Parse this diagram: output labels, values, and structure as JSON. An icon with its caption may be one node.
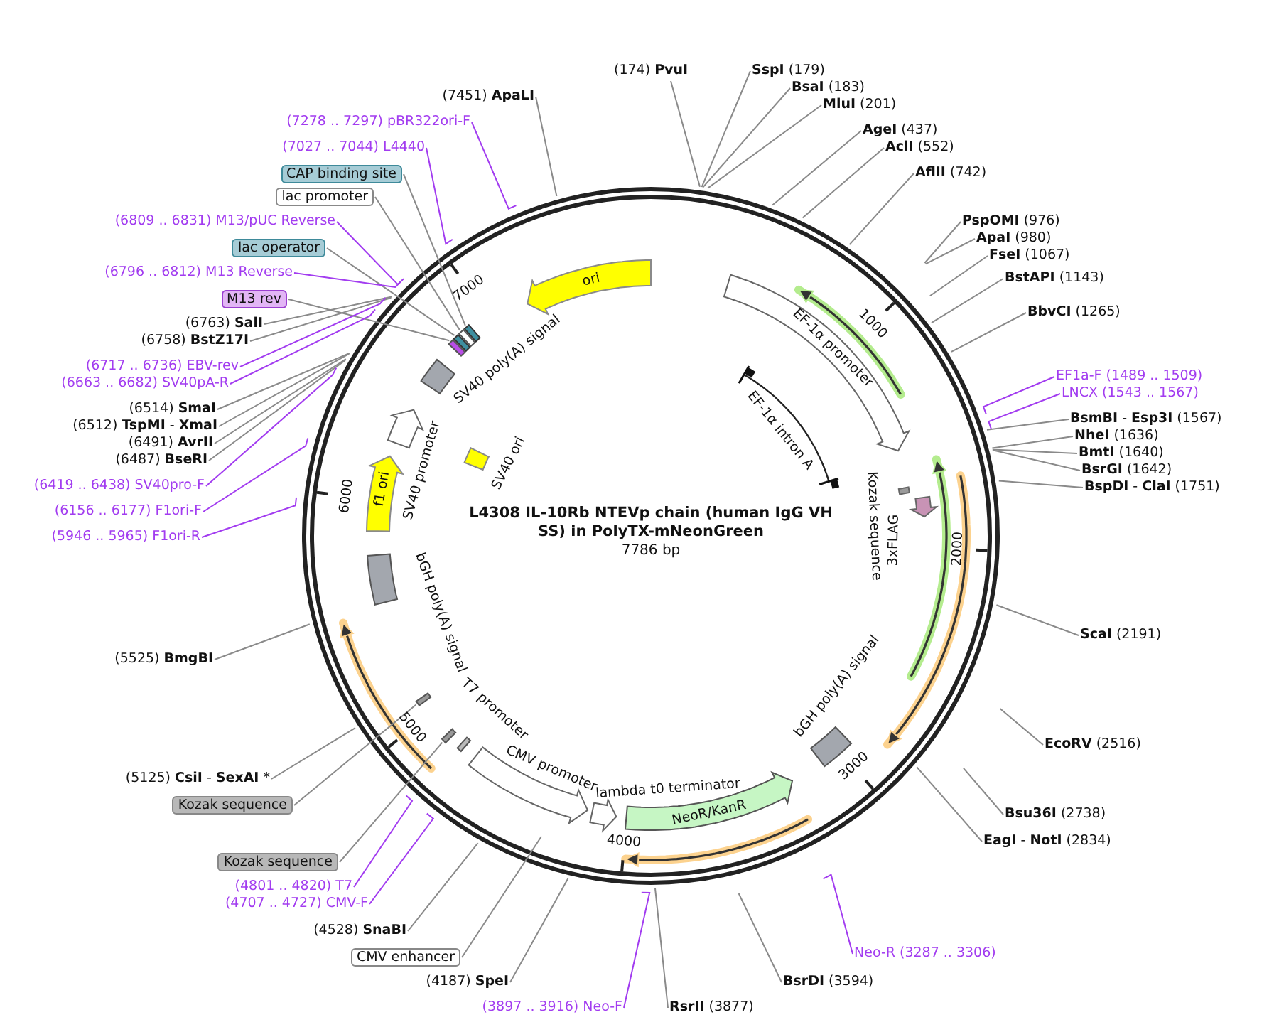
{
  "diagram": {
    "title": "L4308 IL-10Rb NTEVp chain (human IgG VH SS) in PolyTX-mNeonGreen",
    "nodes": [
      {
        "text": [
          "(174) **PvuI**"
        ]
      },
      {
        "text": [
          "**SspI** (179)"
        ]
      },
      {
        "text": [
          "**BsaI** (183)"
        ]
      },
      {
        "text": [
          "(7451) **ApaLI**"
        ]
      },
      {
        "text": [
          "**MluI** (201)"
        ]
      },
      {
        "text": [
          "(7278 .. 7297) pBR322ori-F"
        ]
      },
      {
        "text": [
          "**AgeI** (437)"
        ]
      },
      {
        "text": [
          "(7027 .. 7044) L4440"
        ]
      },
      {
        "text": [
          "**AclI** (552)"
        ]
      },
      {
        "text": [
          "CAP binding site"
        ]
      },
      {
        "text": [
          "**AflII** (742)"
        ]
      },
      {
        "text": [
          "lac promoter"
        ]
      },
      {
        "text": [
          "**PspOMI** (976)"
        ]
      },
      {
        "text": [
          "(6809 .. 6831) M13/pUC Reverse"
        ]
      },
      {
        "text": [
          "**ApaI** (980)"
        ]
      },
      {
        "text": [
          "lac operator"
        ]
      },
      {
        "text": [
          "**FseI** (1067)"
        ]
      },
      {
        "text": [
          "(6796 .. 6812) M13 Reverse"
        ]
      },
      {
        "text": [
          "**BstAPI** (1143)"
        ]
      },
      {
        "text": [
          "M13 rev"
        ]
      },
      {
        "text": [
          "**BbvCI** (1265)"
        ]
      },
      {
        "text": [
          "(6763) **SalI**"
        ]
      },
      {
        "text": [
          "(6758) **BstZ17I**"
        ]
      },
      {
        "text": [
          "(6717 .. 6736) EBV-rev"
        ]
      },
      {
        "text": [
          "EF1a-F (1489 .. 1509)"
        ]
      },
      {
        "text": [
          "(6663 .. 6682) SV40pA-R"
        ]
      },
      {
        "text": [
          "LNCX (1543 .. 1567)"
        ]
      },
      {
        "text": [
          "(6514) **SmaI**"
        ]
      },
      {
        "text": [
          "**BsmBI** - **Esp3I** (1567)"
        ]
      },
      {
        "text": [
          "(6512) **TspMI** - **XmaI**"
        ]
      },
      {
        "text": [
          "**NheI** (1636)"
        ]
      },
      {
        "text": [
          "(6491) **AvrII**"
        ]
      },
      {
        "text": [
          "**BmtI** (1640)"
        ]
      },
      {
        "text": [
          "(6487) **BseRI**"
        ]
      },
      {
        "text": [
          "**BsrGI** (1642)"
        ]
      },
      {
        "text": [
          "(6419 .. 6438) SV40pro-F"
        ]
      },
      {
        "text": [
          "**BspDI** - **ClaI** (1751)"
        ]
      },
      {
        "text": [
          "(6156 .. 6177) F1ori-F"
        ]
      },
      {
        "text": [
          "(5946 .. 5965) F1ori-R"
        ]
      },
      {
        "text": [
          "**ScaI** (2191)"
        ]
      },
      {
        "text": [
          "(5525) **BmgBI**"
        ]
      },
      {
        "text": [
          "**EcoRV** (2516)"
        ]
      },
      {
        "text": [
          "(5125) **CsiI** - **SexAI** *"
        ]
      },
      {
        "text": [
          "Kozak sequence"
        ]
      },
      {
        "text": [
          "**Bsu36I** (2738)"
        ]
      },
      {
        "text": [
          "**EagI** - **NotI** (2834)"
        ]
      },
      {
        "text": [
          "Kozak sequence"
        ]
      },
      {
        "text": [
          "(4801 .. 4820) T7"
        ]
      },
      {
        "text": [
          "(4707 .. 4727) CMV-F"
        ]
      },
      {
        "text": [
          "(4528) **SnaBI**"
        ]
      },
      {
        "text": [
          "Neo-R (3287 .. 3306)"
        ]
      },
      {
        "text": [
          "CMV enhancer"
        ]
      },
      {
        "text": [
          "**BsrDI** (3594)"
        ]
      },
      {
        "text": [
          "(4187) **SpeI**"
        ]
      },
      {
        "text": [
          "(3897 .. 3916) Neo-F"
        ]
      },
      {
        "text": [
          "**RsrII** (3877)"
        ]
      },
      {
        "text": [
          "ori"
        ]
      },
      {
        "text": [
          "EF-1α promoter"
        ]
      },
      {
        "text": [
          "EF-1α intron A"
        ]
      },
      {
        "text": [],
        "shape": "box",
        "beside": [
          "Kozak sequence"
        ]
      },
      {
        "text": [],
        "shape": "arrow",
        "beside": [
          "3xFLAG"
        ]
      },
      {
        "text": [],
        "shape": "box",
        "beside": [
          "bGH poly(A) signal"
        ]
      },
      {
        "text": [
          "NeoR/KanR"
        ]
      },
      {
        "text": [],
        "shape": "arrow",
        "beside": [
          "lambda t0 terminator"
        ]
      },
      {
        "text": [],
        "shape": "arrow",
        "beside": [
          "CMV promoter"
        ]
      },
      {
        "text": [],
        "shape": "bar",
        "beside": [
          "T7 promoter"
        ]
      },
      {
        "text": [],
        "shape": "bar"
      },
      {
        "text": [],
        "shape": "bar"
      },
      {
        "text": [],
        "shape": "box",
        "beside": [
          "bGH poly(A) signal"
        ]
      },
      {
        "text": [
          "f1 ori"
        ]
      },
      {
        "text": [],
        "shape": "arrow",
        "beside": [
          "SV40 promoter"
        ]
      },
      {
        "text": [],
        "shape": "box",
        "beside": [
          "SV40 ori"
        ]
      },
      {
        "text": [],
        "shape": "box",
        "beside": [
          "SV40 poly(A) signal"
        ]
      },
      {
        "text": [],
        "shape": "box"
      },
      {
        "text": [],
        "shape": "box"
      },
      {
        "text": [],
        "shape": "box"
      },
      {
        "text": [],
        "shape": "box"
      }
    ],
    "edges": [
      {
        "from": 0,
        "to": null,
        "arrow": "none"
      },
      {
        "from": 1,
        "to": null,
        "arrow": "none"
      },
      {
        "from": 2,
        "to": null,
        "arrow": "none"
      },
      {
        "from": 3,
        "to": null,
        "arrow": "none"
      },
      {
        "from": 4,
        "to": null,
        "arrow": "none"
      },
      {
        "from": 5,
        "to": null,
        "arrow": "none",
        "color": "#a23cf0"
      },
      {
        "from": 6,
        "to": null,
        "arrow": "none"
      },
      {
        "from": 7,
        "to": null,
        "arrow": "none",
        "color": "#a23cf0"
      },
      {
        "from": 8,
        "to": null,
        "arrow": "none"
      },
      {
        "from": 9,
        "to": 76,
        "arrow": "none"
      },
      {
        "from": 10,
        "to": null,
        "arrow": "none"
      },
      {
        "from": 11,
        "to": 75,
        "arrow": "none"
      },
      {
        "from": 12,
        "to": null,
        "arrow": "none"
      },
      {
        "from": 13,
        "to": null,
        "arrow": "none",
        "color": "#a23cf0"
      },
      {
        "from": 14,
        "to": null,
        "arrow": "none"
      },
      {
        "from": 15,
        "to": 74,
        "arrow": "none"
      },
      {
        "from": 16,
        "to": null,
        "arrow": "none"
      },
      {
        "from": 17,
        "to": null,
        "arrow": "none",
        "color": "#a23cf0"
      },
      {
        "from": 18,
        "to": null,
        "arrow": "none"
      },
      {
        "from": 19,
        "to": 73,
        "arrow": "none"
      },
      {
        "from": 20,
        "to": null,
        "arrow": "none"
      },
      {
        "from": 21,
        "to": null,
        "arrow": "none"
      },
      {
        "from": 22,
        "to": null,
        "arrow": "none"
      },
      {
        "from": 23,
        "to": null,
        "arrow": "none",
        "color": "#a23cf0"
      },
      {
        "from": 24,
        "to": null,
        "arrow": "none",
        "color": "#a23cf0"
      },
      {
        "from": 25,
        "to": null,
        "arrow": "none",
        "color": "#a23cf0"
      },
      {
        "from": 26,
        "to": null,
        "arrow": "none",
        "color": "#a23cf0"
      },
      {
        "from": 27,
        "to": null,
        "arrow": "none"
      },
      {
        "from": 28,
        "to": null,
        "arrow": "none"
      },
      {
        "from": 29,
        "to": null,
        "arrow": "none"
      },
      {
        "from": 30,
        "to": null,
        "arrow": "none"
      },
      {
        "from": 31,
        "to": null,
        "arrow": "none"
      },
      {
        "from": 32,
        "to": null,
        "arrow": "none"
      },
      {
        "from": 33,
        "to": null,
        "arrow": "none"
      },
      {
        "from": 34,
        "to": null,
        "arrow": "none"
      },
      {
        "from": 35,
        "to": null,
        "arrow": "none",
        "color": "#a23cf0"
      },
      {
        "from": 36,
        "to": null,
        "arrow": "none"
      },
      {
        "from": 37,
        "to": null,
        "arrow": "none",
        "color": "#a23cf0"
      },
      {
        "from": 38,
        "to": null,
        "arrow": "none",
        "color": "#a23cf0"
      },
      {
        "from": 39,
        "to": null,
        "arrow": "none"
      },
      {
        "from": 40,
        "to": null,
        "arrow": "none"
      },
      {
        "from": 41,
        "to": null,
        "arrow": "none"
      },
      {
        "from": 42,
        "to": null,
        "arrow": "none"
      },
      {
        "from": 43,
        "to": 66,
        "arrow": "none"
      },
      {
        "from": 44,
        "to": null,
        "arrow": "none"
      },
      {
        "from": 45,
        "to": null,
        "arrow": "none"
      },
      {
        "from": 46,
        "to": 67,
        "arrow": "none"
      },
      {
        "from": 47,
        "to": null,
        "arrow": "none",
        "color": "#a23cf0"
      },
      {
        "from": 48,
        "to": null,
        "arrow": "none",
        "color": "#a23cf0"
      },
      {
        "from": 49,
        "to": null,
        "arrow": "none"
      },
      {
        "from": 50,
        "to": null,
        "arrow": "none",
        "color": "#a23cf0"
      },
      {
        "from": 51,
        "to": null,
        "arrow": "none"
      },
      {
        "from": 52,
        "to": null,
        "arrow": "none"
      },
      {
        "from": 53,
        "to": null,
        "arrow": "none"
      },
      {
        "from": 54,
        "to": null,
        "arrow": "none",
        "color": "#a23cf0"
      },
      {
        "from": 55,
        "to": null,
        "arrow": "none"
      }
    ],
    "labels": [
      "7000",
      "1000",
      "6000",
      "2000",
      "7786 bp",
      "5000",
      "3000",
      "4000"
    ]
  }
}
